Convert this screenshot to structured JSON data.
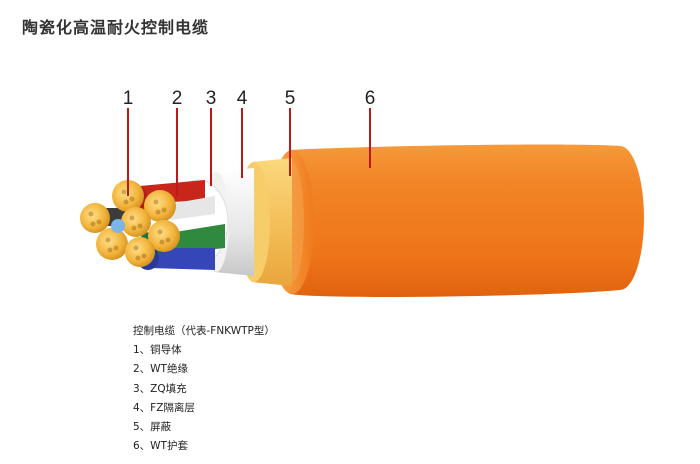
{
  "title": "陶瓷化高温耐火控制电缆",
  "callouts": [
    "1",
    "2",
    "3",
    "4",
    "5",
    "6"
  ],
  "legend": {
    "heading": "控制电缆（代表-FNKWTP型）",
    "items": [
      "1、铜导体",
      "2、WT绝缘",
      "3、ZQ填充",
      "4、FZ隔离层",
      "5、屏蔽",
      "6、WT护套"
    ]
  },
  "colors": {
    "sheath": "#f07a1c",
    "sheath_dark": "#d85a10",
    "shield": "#f6c25a",
    "separator": "#e8e8e8",
    "copper": "#f2b33a",
    "insulation_red": "#c8261a",
    "insulation_blue": "#3446b8",
    "insulation_green": "#2f8a3e"
  }
}
